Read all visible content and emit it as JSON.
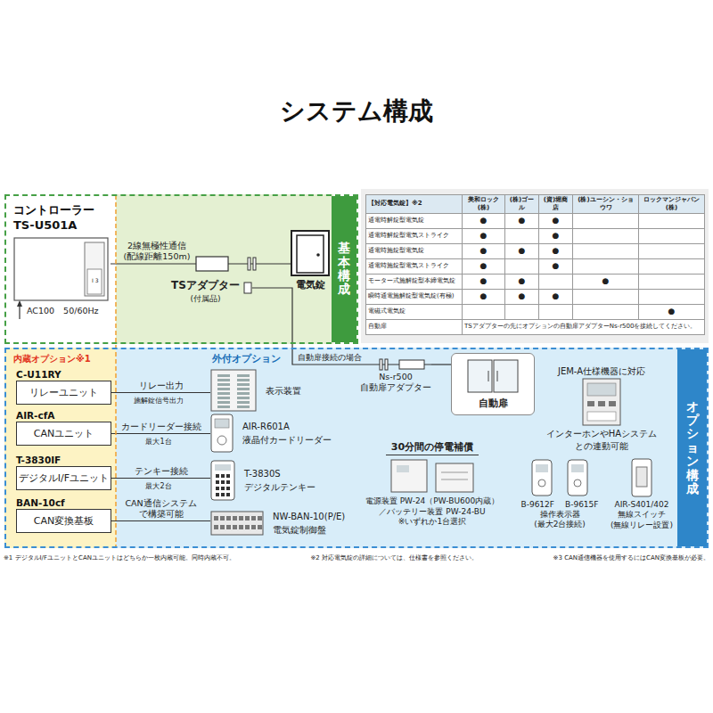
{
  "diagram": {
    "title": "システム構成",
    "nodes": [
      {
        "text": [
          "基本構成"
        ]
      },
      {
        "text": [
          "コントローラー TS-U501A"
        ],
        "in": 0
      },
      {
        "text": [
          "電気錠"
        ],
        "in": 0
      },
      {
        "text": [
          "TSアダプター",
          "(付属品)"
        ],
        "in": 0
      },
      {
        "text": [
          "オプション構成"
        ]
      },
      {
        "text": [
          "内蔵オプション※1"
        ],
        "in": 4
      },
      {
        "text": [
          "C-U11RY",
          "リレーユニット"
        ],
        "in": 5
      },
      {
        "text": [
          "AIR-cfA",
          "CANユニット"
        ],
        "in": 5
      },
      {
        "text": [
          "T-3830IF",
          "デジタルI/Fユニット"
        ],
        "in": 5
      },
      {
        "text": [
          "BAN-10cf",
          "CAN変換基板"
        ],
        "in": 5
      },
      {
        "text": [
          "表示装置"
        ],
        "in": 4
      },
      {
        "text": [
          "AIR-R601A",
          "液晶付カードリーダー"
        ],
        "in": 4
      },
      {
        "text": [
          "T-3830S",
          "デジタルテンキー"
        ],
        "in": 4
      },
      {
        "text": [
          "NW-BAN-10(P/E)",
          "電気錠制御盤"
        ],
        "in": 4
      },
      {
        "text": [
          "Ns-r500",
          "自動扉アダプター"
        ],
        "in": 4
      },
      {
        "text": [
          "自動扉"
        ],
        "in": 4
      },
      {
        "text": [
          "JEM-A仕様機器に対応",
          "インターホンやHAシステム との連動可能"
        ],
        "in": 4
      },
      {
        "text": [
          "30分間の停電補償",
          "電源装置 PW-24（PW-BU600内蔵） ／バッテリー装置 PW-24-BU",
          "※いずれか1台選択"
        ],
        "in": 4
      },
      {
        "text": [
          "B-9612F",
          "B-9615F",
          "操作表示器 (最大2台接続)"
        ],
        "in": 4
      },
      {
        "text": [
          "AIR-S401/402 無線スイッチ (無線リレー設置)"
        ],
        "in": 4
      }
    ],
    "edges": [
      {
        "from": 1,
        "to": 2,
        "label": "2線無極性通信 (配線距離150m)",
        "arrow": "none"
      },
      {
        "from": 3,
        "to": 14,
        "label": "自動扉接続の場合",
        "arrow": "none"
      },
      {
        "from": 14,
        "to": 15,
        "arrow": "none"
      },
      {
        "from": 6,
        "to": 10,
        "label": "リレー出力",
        "arrow": "none"
      },
      {
        "from": 7,
        "to": 11,
        "label": "カードリーダー接続",
        "arrow": "none"
      },
      {
        "from": 8,
        "to": 12,
        "label": "テンキー接続",
        "arrow": "none"
      },
      {
        "from": 9,
        "to": 13,
        "label": "CAN通信システム で構築可能",
        "arrow": "none"
      }
    ],
    "labels": [
      "I 3",
      "AC100　50/60Hz",
      "【対応電気錠】※2",
      "美和ロック(株)",
      "(株)ゴール",
      "(資)堀商店",
      "(株)ユーシン・ショウワ",
      "ロックマンジャパン(株)",
      "通電時解錠型電気錠",
      "●",
      "●",
      "●",
      "通電時解錠型電気ストライク",
      "●",
      "●",
      "通電時施錠型電気錠",
      "●",
      "●",
      "●",
      "通電時施錠型電気ストライク",
      "●",
      "●",
      "モーター式施解錠型本締電気錠",
      "●",
      "●",
      "●",
      "瞬時通電施解錠型電気錠(有極)",
      "●",
      "●",
      "●",
      "電磁式電気錠",
      "●",
      "自動扉",
      "TSアダプターの先にオプションの自動扉アダプターNs-r500を接続してください。",
      "外付オプション",
      "施解錠信号出力",
      "最大1台",
      "最大2台",
      "※1 デジタルI/FユニットとCANユニットはどちらか一枚内蔵可能。同時内蔵不可。",
      "※2 対応電気錠の詳細については、仕様書を参照ください。",
      "※3 CAN通信機器を使用するにはCAN変換基板が必要。"
    ]
  }
}
